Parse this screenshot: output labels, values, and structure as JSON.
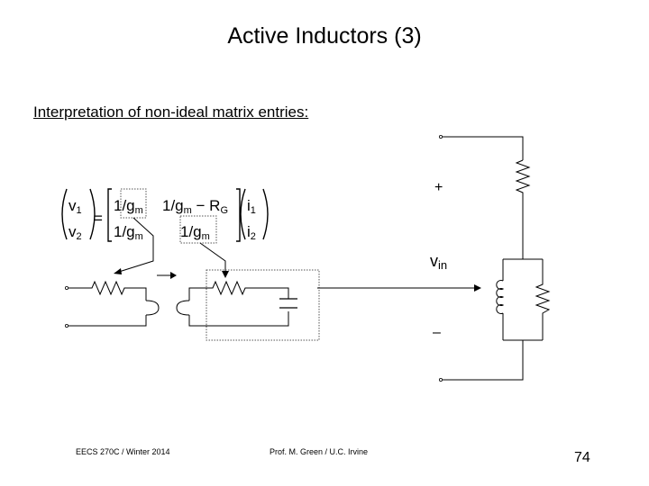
{
  "slide": {
    "title": "Active Inductors (3)",
    "subtitle": "Interpretation of non-ideal matrix entries:"
  },
  "matrix": {
    "v1": "v",
    "v1_sub": "1",
    "v2": "v",
    "v2_sub": "2",
    "eq": "=",
    "e11": "1/g",
    "e11_sub": "m",
    "e12": "1/g",
    "e12_sub": "m",
    "e12_rest": " − R",
    "e12_rest_sub": "G",
    "e21": "1/g",
    "e21_sub": "m",
    "e22": "1/g",
    "e22_sub": "m",
    "i1": "i",
    "i1_sub": "1",
    "i2": "i",
    "i2_sub": "2"
  },
  "circuit_labels": {
    "plus": "+",
    "minus": "–",
    "vin": "v",
    "vin_sub": "in"
  },
  "footer": {
    "course": "EECS 270C / Winter 2014",
    "author": "Prof. M. Green / U.C. Irvine",
    "page": "74"
  }
}
